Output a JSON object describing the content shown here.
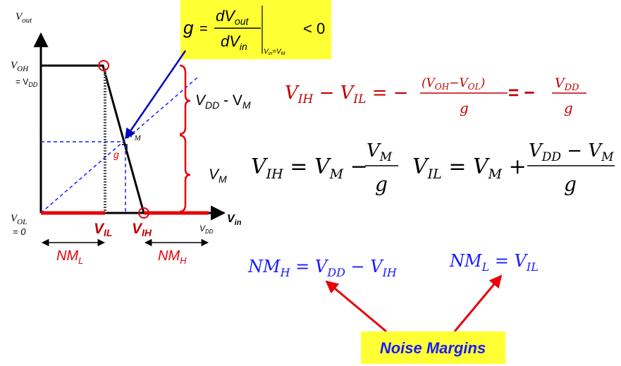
{
  "axes": {
    "y_axis_label": "V",
    "y_axis_label_sub": "out",
    "x_axis_label": "V",
    "x_axis_label_sub": "in",
    "voh_label": "V",
    "voh_label_sub": "OH",
    "voh_value": "= V",
    "voh_value_sub": "DD",
    "vol_label": "V",
    "vol_label_sub": "OL",
    "vol_value": "= 0",
    "vdd_tick": "V",
    "vdd_tick_sub": "DD"
  },
  "points": {
    "vm_label": "V",
    "vm_label_sub": "M",
    "g_label": "g",
    "vil_label": "V",
    "vil_label_sub": "IL",
    "vih_label": "V",
    "vih_label_sub": "IH"
  },
  "margins": {
    "nml_label": "NM",
    "nml_label_sub": "L",
    "nmh_label": "NM",
    "nmh_label_sub": "H"
  },
  "braces": {
    "upper_label": "V",
    "upper_label_sub": "DD",
    "upper_label_mid": " - V",
    "upper_label_sub2": "M",
    "lower_label": "V",
    "lower_label_sub": "M"
  },
  "gain_formula": {
    "lhs": "g",
    "eq": "=",
    "num": "dV",
    "num_sub": "out",
    "den": "dV",
    "den_sub": "in",
    "eval_at": "V",
    "eval_at_sub": "in",
    "eval_at_eq": "=V",
    "eval_at_sub2": "M",
    "rhs": "< 0"
  },
  "equations": {
    "eq1_lhs": "V",
    "eq1_lhs_sub": "IH",
    "eq1_minus": " − V",
    "eq1_minus_sub": "IL",
    "eq1_eq": " = −",
    "eq1_frac1_num": "(V",
    "eq1_frac1_num_sub1": "OH",
    "eq1_frac1_num_mid": "−V",
    "eq1_frac1_num_sub2": "OL",
    "eq1_frac1_num_end": ")",
    "eq1_frac1_den": "g",
    "eq1_eq2": "= −",
    "eq1_frac2_num": "V",
    "eq1_frac2_num_sub": "DD",
    "eq1_frac2_den": "g",
    "eq2_lhs": "V",
    "eq2_lhs_sub": "IH",
    "eq2_rhs": " = V",
    "eq2_rhs_sub": "M",
    "eq2_op": " −",
    "eq2_num": "V",
    "eq2_num_sub": "M",
    "eq2_den": "g",
    "eq3_lhs": "V",
    "eq3_lhs_sub": "IL",
    "eq3_rhs": " = V",
    "eq3_rhs_sub": "M",
    "eq3_op": " +",
    "eq3_num": "V",
    "eq3_num_sub": "DD",
    "eq3_num_mid": " − V",
    "eq3_num_sub2": "M",
    "eq3_den": "g",
    "nmh_lhs": "NM",
    "nmh_lhs_sub": "H",
    "nmh_rhs": " = V",
    "nmh_rhs_sub": "DD",
    "nmh_rhs_mid": " − V",
    "nmh_rhs_sub2": "IH",
    "nml_lhs": "NM",
    "nml_lhs_sub": "L",
    "nml_rhs": " = V",
    "nml_rhs_sub": "IL"
  },
  "callout": {
    "label": "Noise Margins"
  },
  "colors": {
    "black": "#000000",
    "red": "#e8000b",
    "dark_red": "#c00000",
    "blue": "#1a1aff",
    "navy": "#0000c0",
    "yellow": "#ffff33"
  }
}
